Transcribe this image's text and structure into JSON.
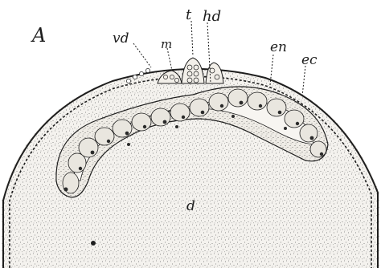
{
  "figure": {
    "panel_letter": "A",
    "labels": {
      "vd": "vd",
      "t": "t",
      "m": "m",
      "hd": "hd",
      "en": "en",
      "ec": "ec",
      "d": "d"
    }
  },
  "colors": {
    "ink": "#1e1e1e",
    "yolk_stipple": "#6a6a6a",
    "cell_fill": "#e9e6df",
    "nucleus": "#2a2a2a",
    "paper": "#ffffff"
  }
}
